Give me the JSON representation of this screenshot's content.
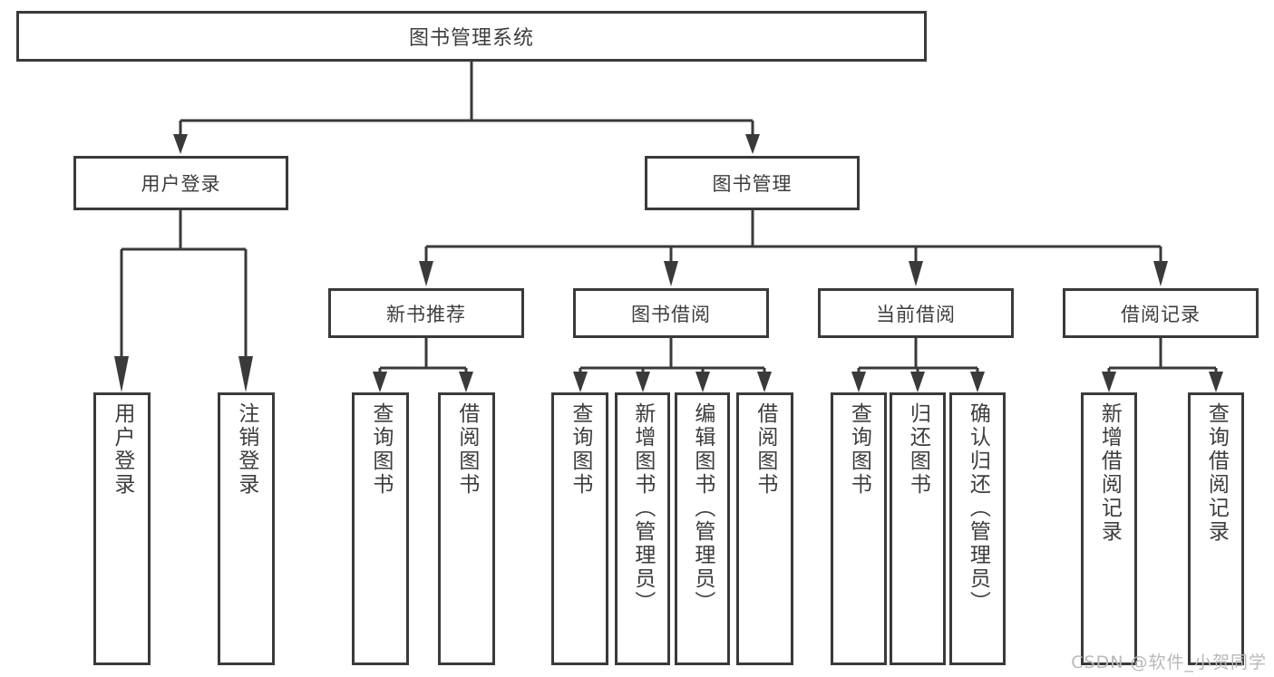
{
  "diagram": {
    "title": "图书管理系统",
    "root": {
      "label": "图书管理系统"
    },
    "level2": [
      {
        "label": "用户登录"
      },
      {
        "label": "图书管理"
      }
    ],
    "level3": [
      {
        "label": "新书推荐"
      },
      {
        "label": "图书借阅"
      },
      {
        "label": "当前借阅"
      },
      {
        "label": "借阅记录"
      }
    ],
    "leaves": {
      "user_login": [
        {
          "label": "用户登录"
        },
        {
          "label": "注销登录"
        }
      ],
      "new_book_recommend": [
        {
          "label": "查询图书"
        },
        {
          "label": "借阅图书"
        }
      ],
      "book_borrow": [
        {
          "label": "查询图书"
        },
        {
          "label": "新增图书（管理员）"
        },
        {
          "label": "编辑图书（管理员）"
        },
        {
          "label": "借阅图书"
        }
      ],
      "current_borrow": [
        {
          "label": "查询图书"
        },
        {
          "label": "归还图书"
        },
        {
          "label": "确认归还（管理员）"
        }
      ],
      "borrow_record": [
        {
          "label": "新增借阅记录"
        },
        {
          "label": "查询借阅记录"
        }
      ]
    }
  },
  "watermark": {
    "text": "CSDN @软件_小贺同学"
  },
  "colors": {
    "stroke": "#3a3a3a",
    "text": "#3d3d3d",
    "background": "#ffffff",
    "watermark": "#b9b9b9"
  }
}
